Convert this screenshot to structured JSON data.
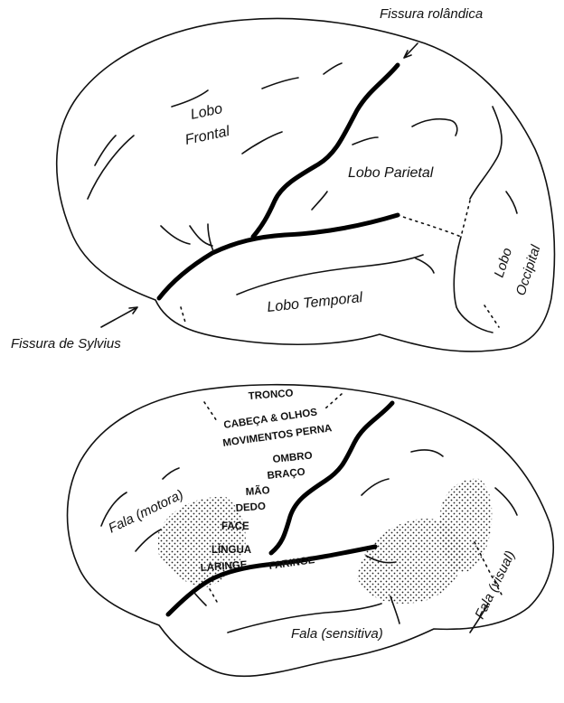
{
  "top_diagram": {
    "labels": {
      "fissura_rolandica": "Fissura rolândica",
      "lobo_frontal_1": "Lobo",
      "lobo_frontal_2": "Frontal",
      "lobo_parietal": "Lobo Parietal",
      "lobo_occipital_1": "Lobo",
      "lobo_occipital_2": "Occipital",
      "lobo_temporal": "Lobo Temporal",
      "fissura_sylvius": "Fissura de Sylvius"
    }
  },
  "bottom_diagram": {
    "motor_labels": {
      "tronco": "TRONCO",
      "cabeca_olhos": "CABEÇA & OLHOS",
      "movimentos_perna": "MOVIMENTOS PERNA",
      "ombro": "OMBRO",
      "braco": "BRAÇO",
      "mao": "MÃO",
      "dedo": "DEDO",
      "face": "FACE",
      "lingua": "LÍNGUA",
      "laringe": "LARINGE",
      "faringe": "FARINGE"
    },
    "speech_areas": {
      "motora": "Fala (motora)",
      "visual": "Fala (visual)",
      "sensitiva": "Fala (sensitiva)"
    }
  }
}
